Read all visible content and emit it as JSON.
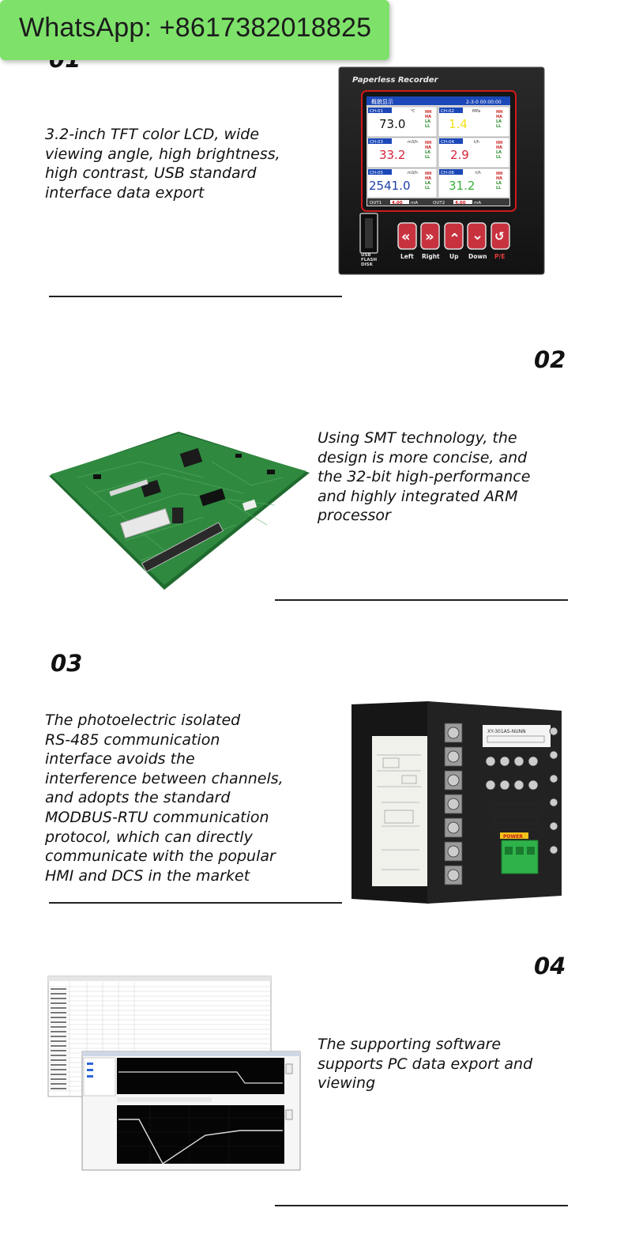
{
  "contact": {
    "banner_text": "WhatsApp: +8617382018825"
  },
  "sections": [
    {
      "number": "01",
      "description_lines": [
        "3.2-inch TFT color LCD, wide",
        "viewing angle, high brightness,",
        "high contrast, USB standard",
        "interface data export"
      ]
    },
    {
      "number": "02",
      "description_lines": [
        "Using SMT technology, the",
        "design is more concise, and",
        "the 32-bit high-performance",
        "and highly integrated ARM",
        "processor"
      ]
    },
    {
      "number": "03",
      "description_lines": [
        "The photoelectric isolated",
        "RS-485 communication",
        "interface avoids the",
        "interference between channels,",
        "and adopts the standard",
        "MODBUS-RTU communication",
        "protocol, which can directly",
        "communicate with the popular",
        "HMI and DCS in the market"
      ]
    },
    {
      "number": "04",
      "description_lines": [
        "The supporting software",
        "supports PC data export and",
        "viewing"
      ]
    }
  ],
  "recorder": {
    "brand": "Paperless Recorder",
    "screen_title": "概貌显示",
    "screen_clock": "2-3-0 00:00:00",
    "alarm_labels": [
      "HH",
      "HA",
      "LA",
      "LL"
    ],
    "channels": [
      {
        "id": "CH-01",
        "unit": "℃",
        "value": "73.0",
        "color": "#111111"
      },
      {
        "id": "CH-02",
        "unit": "MPa",
        "value": "1.4",
        "color": "#f2e21a"
      },
      {
        "id": "CH-03",
        "unit": "m3/h",
        "value": "33.2",
        "color": "#d8253a"
      },
      {
        "id": "CH-04",
        "unit": "t/h",
        "value": "2.9",
        "color": "#d8253a"
      },
      {
        "id": "CH-05",
        "unit": "m3/h",
        "value": "2541.0",
        "color": "#1e3fa8"
      },
      {
        "id": "CH-06",
        "unit": "t/h",
        "value": "31.2",
        "color": "#3ab03a"
      }
    ],
    "outputs": [
      {
        "label": "OUT1",
        "value": "4.00",
        "unit": "mA"
      },
      {
        "label": "OUT2",
        "value": "4.00",
        "unit": "mA"
      }
    ],
    "usb_label": [
      "USB",
      "FLASH",
      "DISK"
    ],
    "buttons": [
      {
        "label": "Left",
        "glyph": "«"
      },
      {
        "label": "Right",
        "glyph": "»"
      },
      {
        "label": "Up",
        "glyph": "⌃"
      },
      {
        "label": "Down",
        "glyph": "⌄"
      },
      {
        "label": "P/E",
        "glyph": "↺"
      }
    ]
  },
  "rear_panel": {
    "sticker_model": "XY-301AS-NUNN",
    "power_label": "POWER"
  },
  "colors": {
    "banner": "#7ee26a",
    "recorder_body": "#1a1a1a",
    "screen_frame": "#d11a1a",
    "pcb": "#2f8a3f",
    "terminal_green": "#2fb24a"
  }
}
